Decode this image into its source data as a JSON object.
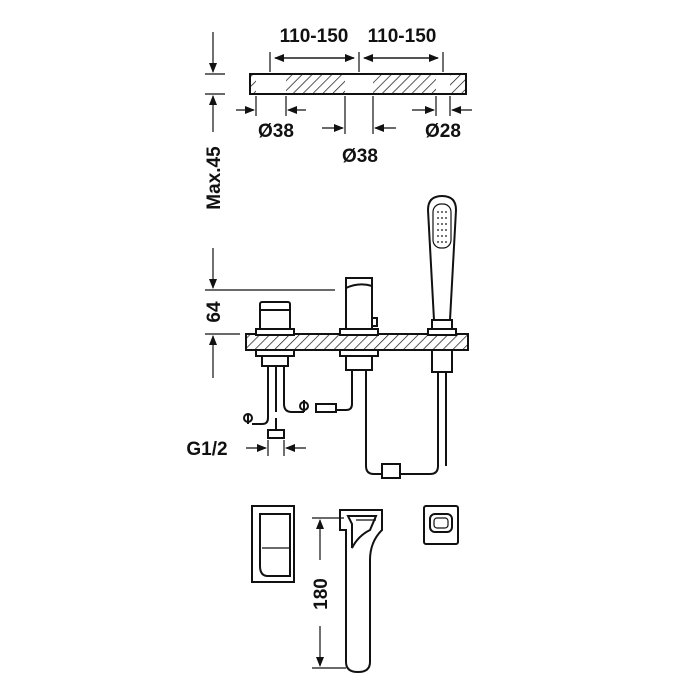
{
  "dimensions": {
    "spacing_left": "110-150",
    "spacing_right": "110-150",
    "hole_left": "Ø38",
    "hole_center": "Ø38",
    "hole_right": "Ø28",
    "deck_thickness": "Max.45",
    "handle_height": "64",
    "connection": "G1/2",
    "spout_height": "180"
  }
}
